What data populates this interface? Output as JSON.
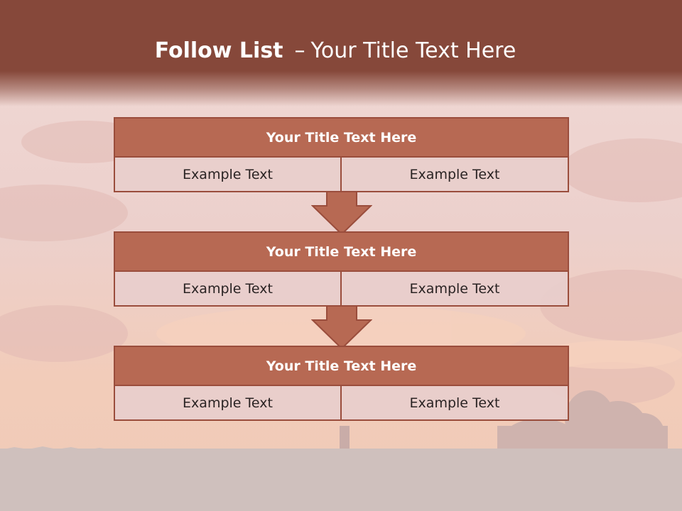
{
  "slide": {
    "title_bold": "Follow List",
    "title_separator": "–",
    "title_rest": "Your Title Text Here"
  },
  "blocks": [
    {
      "title": "Your Title Text Here",
      "left_text": "Example Text",
      "right_text": "Example Text"
    },
    {
      "title": "Your Title Text Here",
      "left_text": "Example Text",
      "right_text": "Example Text"
    },
    {
      "title": "Your Title Text Here",
      "left_text": "Example Text",
      "right_text": "Example Text"
    }
  ],
  "colors": {
    "header": "#86483a",
    "block_header": "#b76953",
    "block_border": "#9a4d3c",
    "cell_fill": "#e8cecc",
    "title_text": "#ffffff"
  }
}
